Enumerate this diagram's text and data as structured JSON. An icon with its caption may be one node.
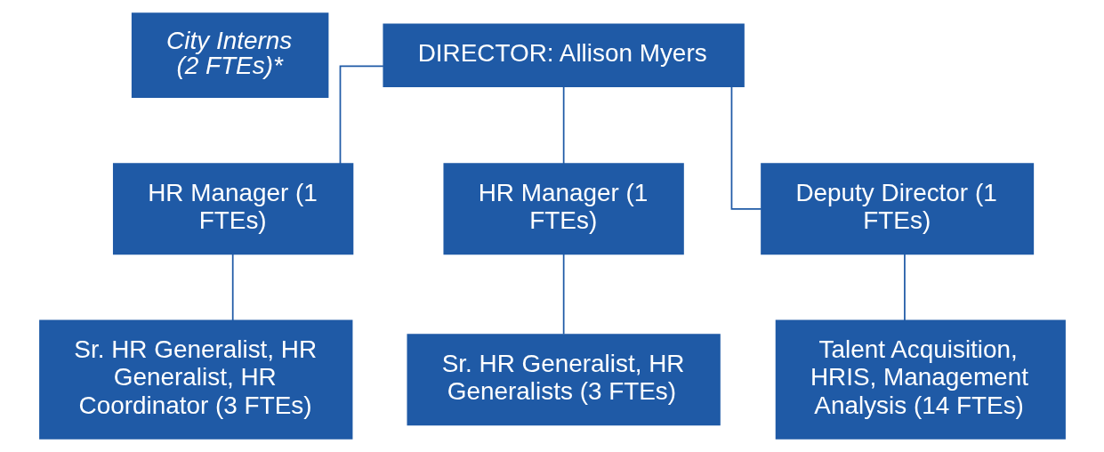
{
  "diagram": {
    "nodes": [
      {
        "text": [
          "City Interns (2 FTEs)*"
        ]
      },
      {
        "text": [
          "DIRECTOR: Allison Myers"
        ]
      },
      {
        "text": [
          "HR Manager (1 FTEs)"
        ]
      },
      {
        "text": [
          "HR Manager (1 FTEs)"
        ]
      },
      {
        "text": [
          "Deputy Director (1 FTEs)"
        ]
      },
      {
        "text": [
          "Sr. HR Generalist, HR Generalist, HR Coordinator (3 FTEs)"
        ]
      },
      {
        "text": [
          "Sr. HR Generalist, HR Generalists (3 FTEs)"
        ]
      },
      {
        "text": [
          "Talent Acquisition, HRIS, Management Analysis (14 FTEs)"
        ]
      }
    ],
    "edges": [
      {
        "from": 1,
        "to": 2,
        "arrow": "none"
      },
      {
        "from": 1,
        "to": 3,
        "arrow": "none"
      },
      {
        "from": 1,
        "to": 4,
        "arrow": "none"
      },
      {
        "from": 2,
        "to": 5,
        "arrow": "none"
      },
      {
        "from": 3,
        "to": 6,
        "arrow": "none"
      },
      {
        "from": 4,
        "to": 7,
        "arrow": "none"
      }
    ]
  }
}
